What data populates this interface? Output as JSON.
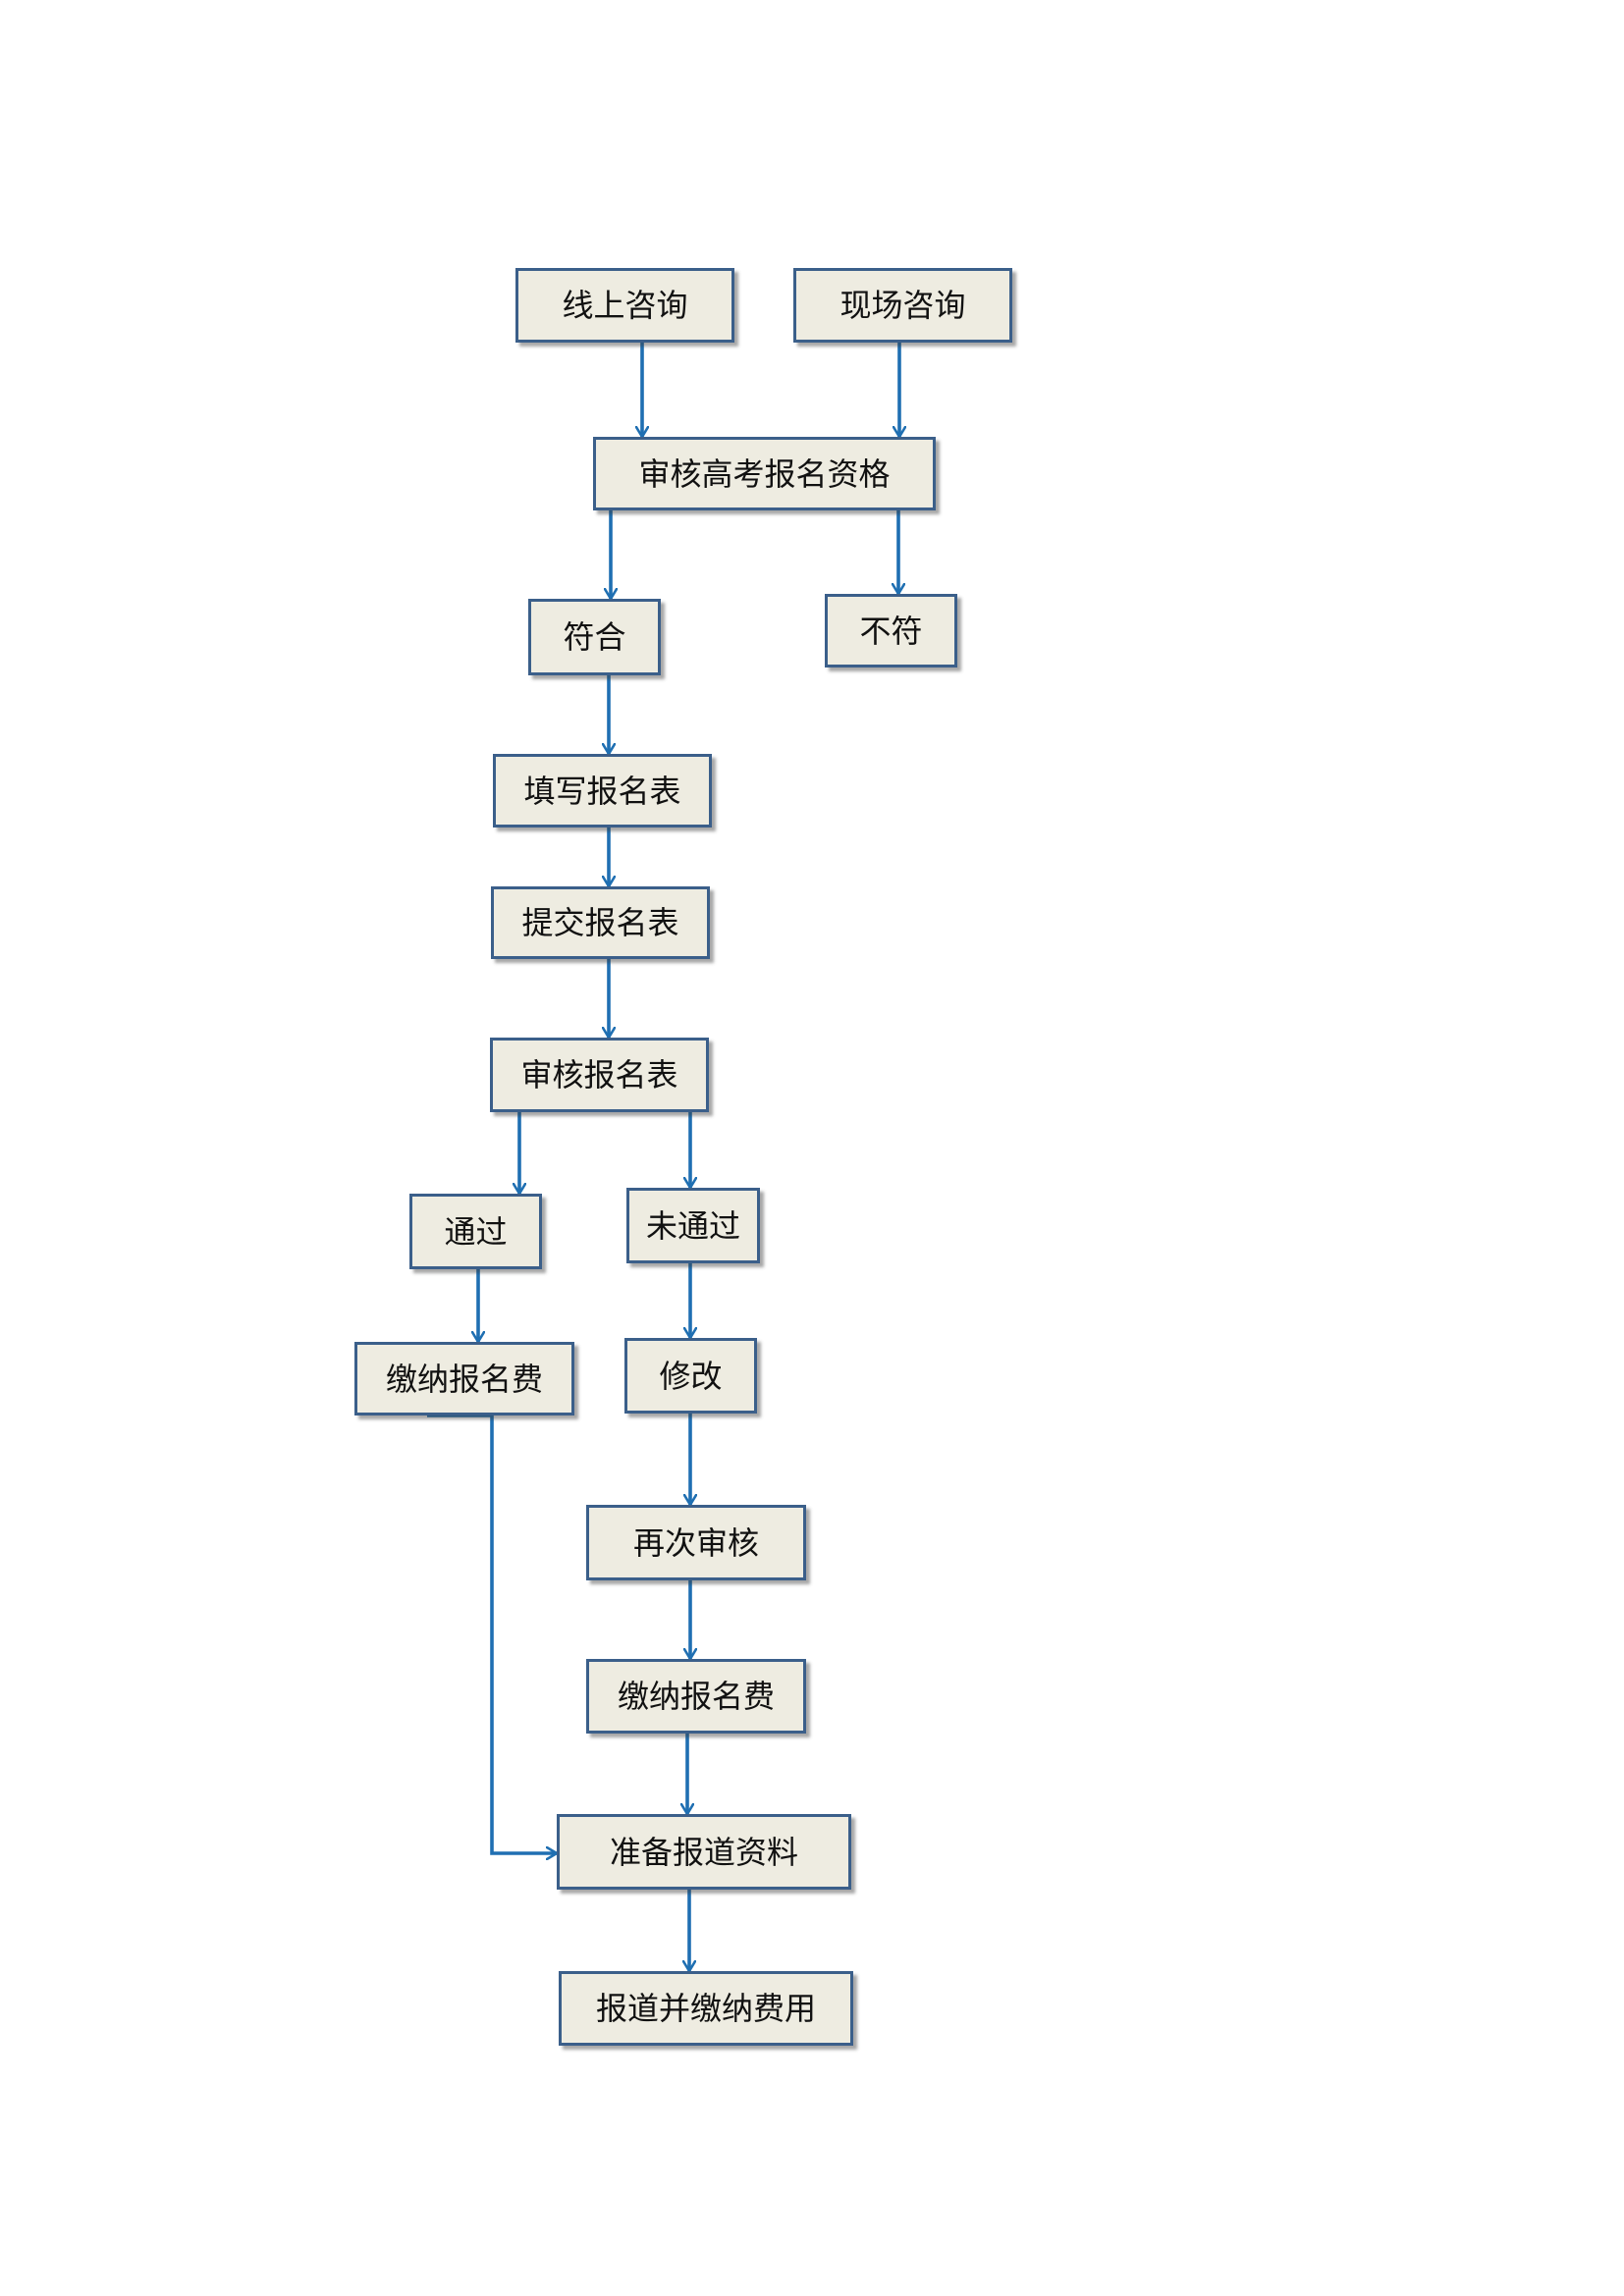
{
  "flowchart": {
    "nodes": [
      {
        "id": "online-consult",
        "label": "线上咨询"
      },
      {
        "id": "onsite-consult",
        "label": "现场咨询"
      },
      {
        "id": "review-eligibility",
        "label": "审核高考报名资格"
      },
      {
        "id": "eligible",
        "label": "符合"
      },
      {
        "id": "not-eligible",
        "label": "不符"
      },
      {
        "id": "fill-form",
        "label": "填写报名表"
      },
      {
        "id": "submit-form",
        "label": "提交报名表"
      },
      {
        "id": "review-form",
        "label": "审核报名表"
      },
      {
        "id": "passed",
        "label": "通过"
      },
      {
        "id": "not-passed",
        "label": "未通过"
      },
      {
        "id": "pay-fee-1",
        "label": "缴纳报名费"
      },
      {
        "id": "revise",
        "label": "修改"
      },
      {
        "id": "re-review",
        "label": "再次审核"
      },
      {
        "id": "pay-fee-2",
        "label": "缴纳报名费"
      },
      {
        "id": "prepare-docs",
        "label": "准备报道资料"
      },
      {
        "id": "report-pay",
        "label": "报道并缴纳费用"
      }
    ],
    "edges": [
      {
        "from": "online-consult",
        "to": "review-eligibility"
      },
      {
        "from": "onsite-consult",
        "to": "review-eligibility"
      },
      {
        "from": "review-eligibility",
        "to": "eligible"
      },
      {
        "from": "review-eligibility",
        "to": "not-eligible"
      },
      {
        "from": "eligible",
        "to": "fill-form"
      },
      {
        "from": "fill-form",
        "to": "submit-form"
      },
      {
        "from": "submit-form",
        "to": "review-form"
      },
      {
        "from": "review-form",
        "to": "passed"
      },
      {
        "from": "review-form",
        "to": "not-passed"
      },
      {
        "from": "passed",
        "to": "pay-fee-1"
      },
      {
        "from": "not-passed",
        "to": "revise"
      },
      {
        "from": "revise",
        "to": "re-review"
      },
      {
        "from": "re-review",
        "to": "pay-fee-2"
      },
      {
        "from": "pay-fee-2",
        "to": "prepare-docs"
      },
      {
        "from": "pay-fee-1",
        "to": "prepare-docs"
      },
      {
        "from": "prepare-docs",
        "to": "report-pay"
      }
    ]
  },
  "colors": {
    "node_fill": "#eeece1",
    "node_border": "#3b5f8a",
    "arrow": "#1f6fb2"
  }
}
